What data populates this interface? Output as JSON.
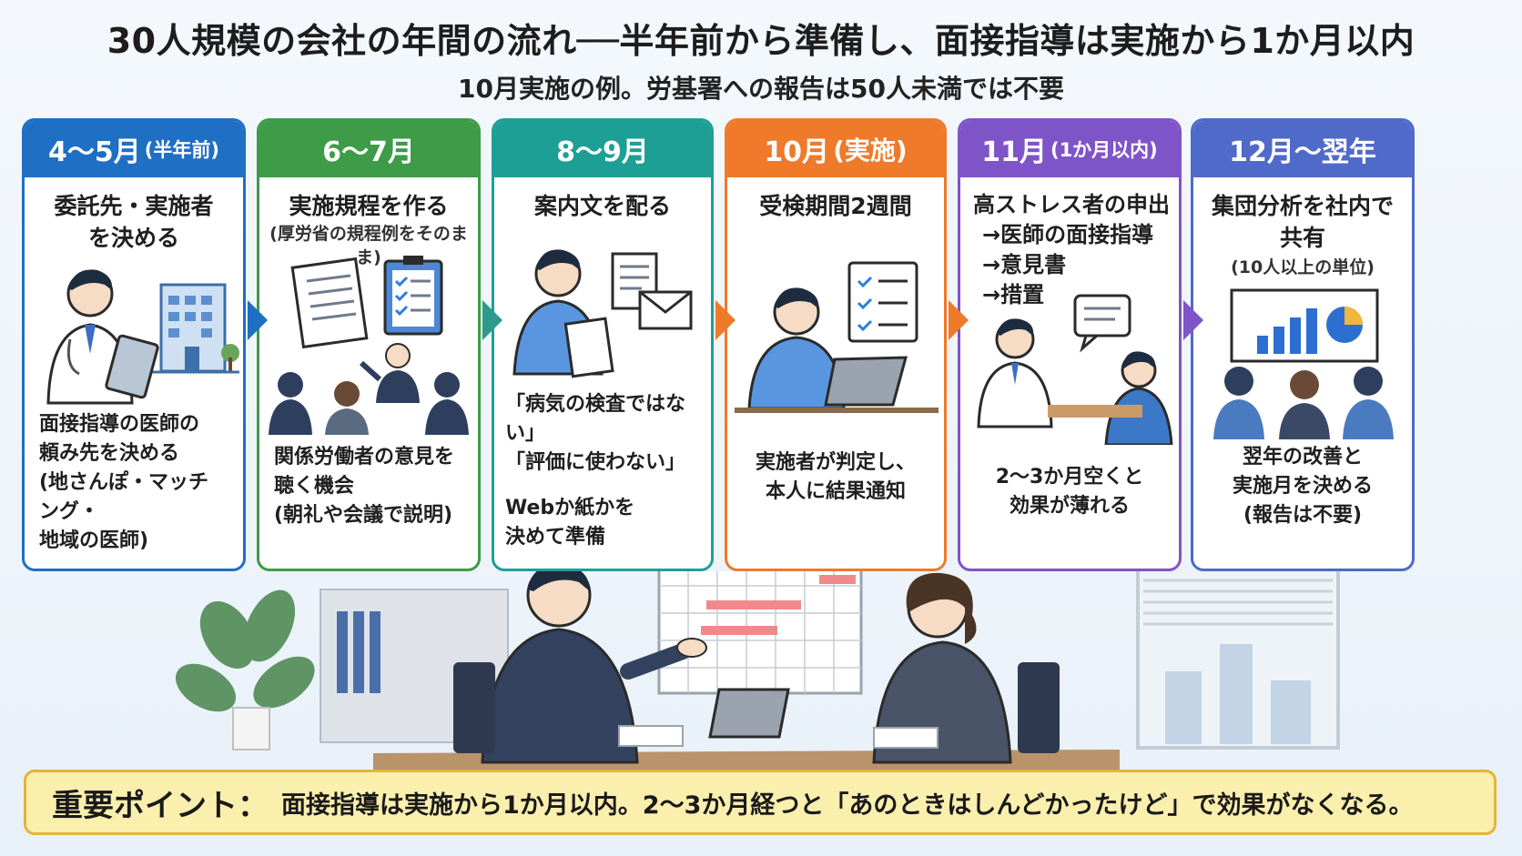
{
  "title": "30人規模の会社の年間の流れ──半年前から準備し、面接指導は実施から1か月以内",
  "subtitle": "10月実施の例。労基署への報告は50人未満では不要",
  "steps": [
    {
      "month": "4〜5月",
      "month_note": "(半年前)",
      "color": "#1f6fc4",
      "task": [
        "委託先・実施者",
        "を決める"
      ],
      "note": "",
      "detail": [
        "面接指導の医師の",
        "頼み先を決める",
        "(地さんぽ・マッチング・",
        " 地域の医師)"
      ]
    },
    {
      "month": "6〜7月",
      "month_note": "",
      "color": "#3e9b47",
      "task": [
        "実施規程を作る"
      ],
      "note": "(厚労省の規程例をそのまま)",
      "detail": [
        "関係労働者の意見を",
        "聴く機会",
        "(朝礼や会議で説明)"
      ]
    },
    {
      "month": "8〜9月",
      "month_note": "",
      "color": "#1e9f96",
      "task": [
        "案内文を配る"
      ],
      "note": "",
      "detail": [
        "「病気の検査ではない」",
        "「評価に使わない」",
        "",
        "Webか紙かを",
        "決めて準備"
      ]
    },
    {
      "month": "10月",
      "month_note": "(実施)",
      "color": "#ee7a2a",
      "task": [
        "受検期間2週間"
      ],
      "note": "",
      "detail": [
        "実施者が判定し、",
        "本人に結果通知"
      ]
    },
    {
      "month": "11月",
      "month_note": "(1か月以内)",
      "color": "#7f54c8",
      "task": [
        "高ストレス者の申出",
        "→医師の面接指導",
        "→意見書",
        "→措置"
      ],
      "note": "",
      "detail": [
        "2〜3か月空くと",
        "効果が薄れる"
      ]
    },
    {
      "month": "12月〜翌年",
      "month_note": "",
      "color": "#4f6ac8",
      "task": [
        "集団分析を社内で",
        "共有"
      ],
      "note": "(10人以上の単位)",
      "detail": [
        "翌年の改善と",
        "実施月を決める",
        "(報告は不要)"
      ]
    }
  ],
  "point": {
    "label": "重要ポイント：",
    "text": "面接指導は実施から1か月以内。2〜3か月経つと「あのときはしんどかったけど」で効果がなくなる。"
  }
}
